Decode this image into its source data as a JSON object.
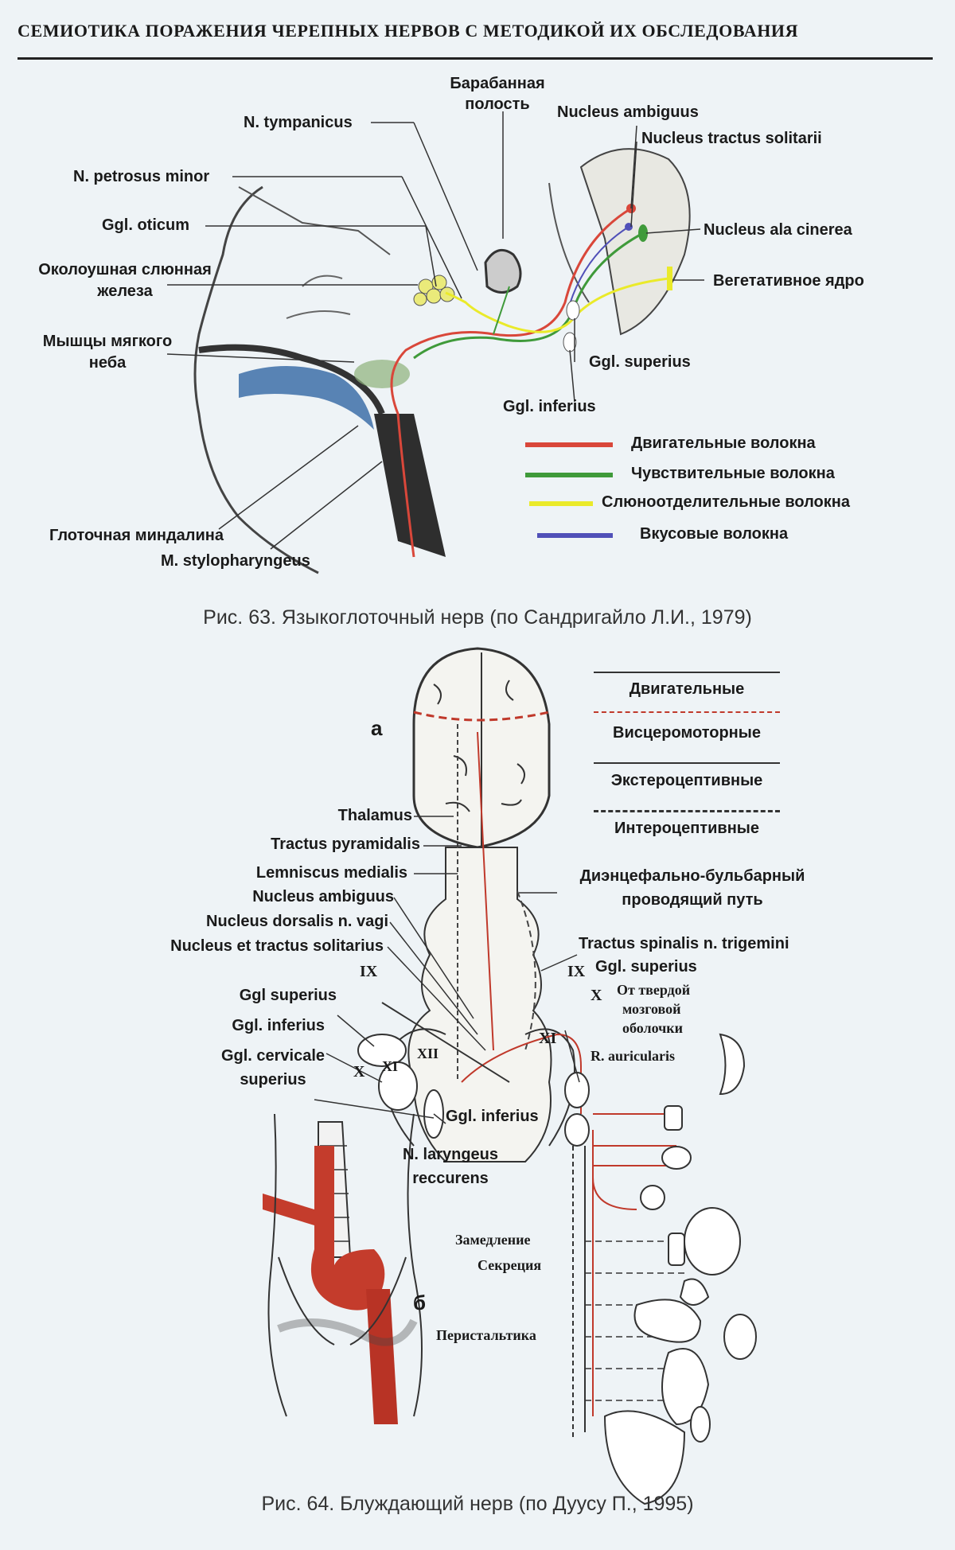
{
  "header": {
    "title": "СЕМИОТИКА ПОРАЖЕНИЯ ЧЕРЕПНЫХ НЕРВОВ  С МЕТОДИКОЙ ИХ ОБСЛЕДОВАНИЯ"
  },
  "fig63": {
    "labels": {
      "tympanic_cavity_1": "Барабанная",
      "tympanic_cavity_2": "полость",
      "n_tympanicus": "N. tympanicus",
      "nucleus_ambiguus": "Nucleus ambiguus",
      "nucleus_tractus_solitarii": "Nucleus tractus solitarii",
      "n_petrosus_minor": "N. petrosus minor",
      "ggl_oticum": "Ggl. oticum",
      "nucleus_ala_cinerea": "Nucleus ala cinerea",
      "parotid_1": "Околоушная слюнная",
      "parotid_2": "железа",
      "vegetative_nucleus": "Вегетативное ядро",
      "soft_palate_1": "Мышцы мягкого",
      "soft_palate_2": "неба",
      "ggl_superius": "Ggl. superius",
      "ggl_inferius": "Ggl. inferius",
      "tonsil": "Глоточная миндалина",
      "stylopharyngeus": "M. stylopharyngeus"
    },
    "legend": [
      {
        "label": "Двигательные волокна",
        "color": "#d9473a"
      },
      {
        "label": "Чувствительные волокна",
        "color": "#3f9a3a"
      },
      {
        "label": "Слюноотделительные волокна",
        "color": "#eaea2a"
      },
      {
        "label": "Вкусовые волокна",
        "color": "#5050b8"
      }
    ],
    "caption": "Рис. 63. Языкоглоточный нерв (по Сандригайло Л.И., 1979)"
  },
  "fig64": {
    "legend": [
      {
        "label": "Двигательные",
        "style": "solid"
      },
      {
        "label": "Висцеромоторные",
        "style": "dashed"
      },
      {
        "label": "Экстероцептивные",
        "style": "solid"
      },
      {
        "label": "Интероцептивные",
        "style": "dashed"
      }
    ],
    "labels": {
      "a": "а",
      "b": "б",
      "thalamus": "Thalamus",
      "tractus_pyramidalis": "Tractus pyramidalis",
      "lemniscus_medialis": "Lemniscus medialis",
      "nucleus_ambiguus": "Nucleus ambiguus",
      "nucleus_dorsalis": "Nucleus dorsalis n. vagi",
      "nucleus_solitarius": "Nucleus et tractus solitarius",
      "dienceph_1": "Диэнцефально-бульбарный",
      "dienceph_2": "проводящий путь",
      "tractus_spinalis": "Tractus spinalis n. trigemini",
      "ix_left": "IX",
      "ix_right": "IX",
      "ggl_superius_right": "Ggl. superius",
      "x_right": "X",
      "dura_1": "От твердой",
      "dura_2": "мозговой",
      "dura_3": "оболочки",
      "ggl_superius_left": "Ggl superius",
      "ggl_inferius_left": "Ggl. inferius",
      "xi_right": "XI",
      "r_auricularis": "R. auricularis",
      "ggl_cervicale_1": "Ggl. cervicale",
      "ggl_cervicale_2": "superius",
      "x_left": "X",
      "xi_left": "XI",
      "xii": "XII",
      "ggl_inferius_bottom": "Ggl. inferius",
      "n_laryngeus_1": "N. laryngeus",
      "n_laryngeus_2": "reccurens",
      "slowing": "Замедление",
      "secretion": "Секреция",
      "peristalsis": "Перистальтика"
    },
    "caption": "Рис. 64. Блуждающий нерв (по Дуусу П., 1995)"
  }
}
